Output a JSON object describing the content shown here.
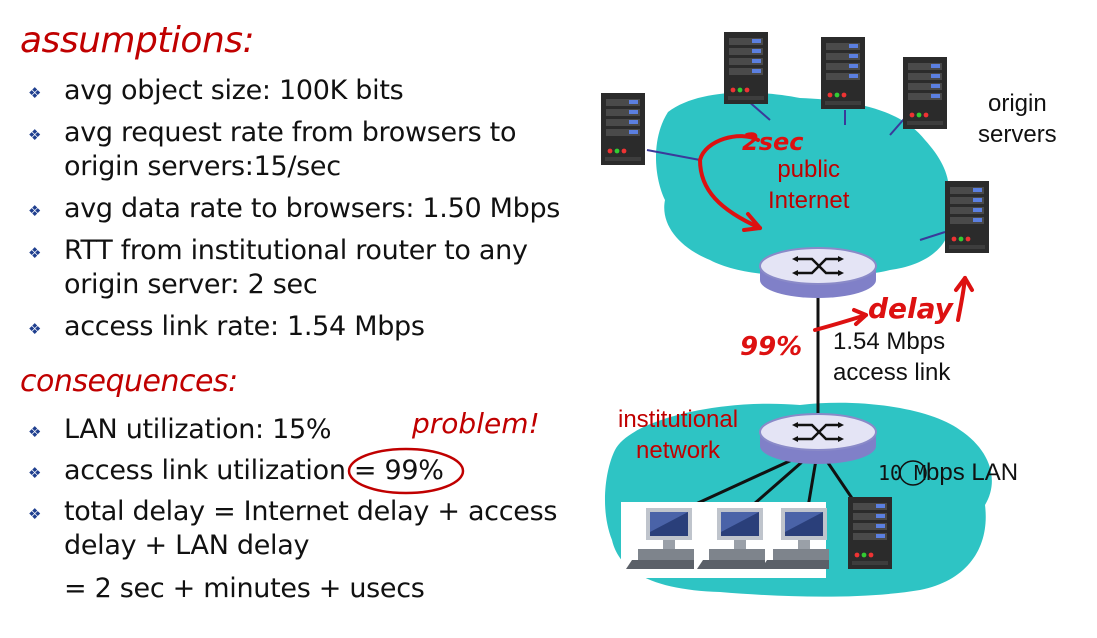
{
  "assumptions": {
    "heading": "assumptions:",
    "items": [
      "avg object size: 100K bits",
      "avg request rate from browsers to origin servers:15/sec",
      "avg data rate to browsers: 1.50 Mbps",
      "RTT from institutional router to any origin server: 2 sec",
      "access link rate: 1.54 Mbps"
    ]
  },
  "consequences": {
    "heading": "consequences:",
    "items": [
      "LAN utilization: 15%",
      "access link utilization = 99%",
      "total delay   = Internet delay + access delay + LAN delay"
    ],
    "total_delay_cont": "=  2 sec + minutes + usecs",
    "problem_label": "problem!"
  },
  "diagram": {
    "origin_servers_label": [
      "origin",
      "servers"
    ],
    "public_internet_label": [
      "public",
      "Internet"
    ],
    "access_link_label": [
      "1.54 Mbps",
      "access link"
    ],
    "institutional_network_label": [
      "institutional",
      "network"
    ],
    "lan_label": "bps LAN",
    "annotations": {
      "two_sec": "2sec",
      "delay": "delay",
      "ninety_nine": "99%",
      "ten_m": "10 M"
    }
  },
  "colors": {
    "heading_red": "#c00000",
    "cloud_teal": "#2ec4c4",
    "annotation_red": "#dd1111",
    "bullet_blue": "#1f3f8f"
  },
  "icons": [
    "bullet-diamond-icon",
    "server-icon",
    "router-icon",
    "desktop-computer-icon"
  ]
}
